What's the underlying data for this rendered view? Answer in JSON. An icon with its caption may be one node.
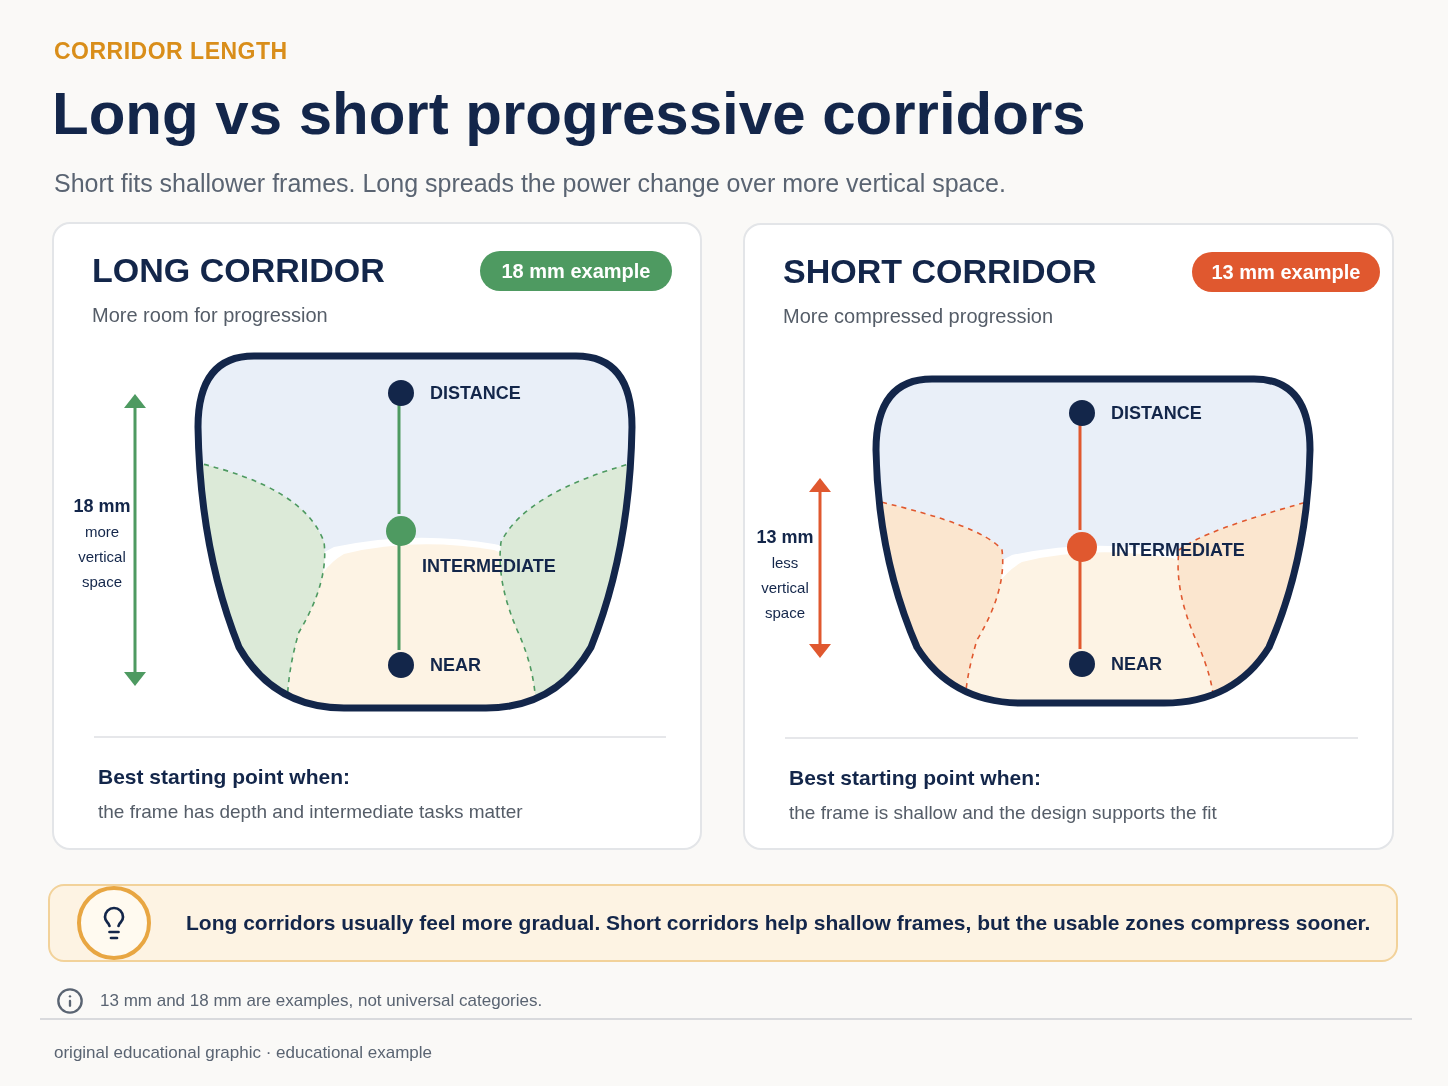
{
  "diagram": {
    "title": "Long vs short progressive corridors",
    "nodes": [
      {
        "text": [
          "LONG CORRIDOR",
          "More room for progression",
          "Best starting point when:",
          "the frame has depth and intermediate tasks matter"
        ]
      },
      {
        "text": [
          "18 mm example"
        ],
        "in": 0
      },
      {
        "text": [
          "DISTANCE"
        ],
        "in": 0
      },
      {
        "text": [
          "INTERMEDIATE"
        ],
        "in": 0
      },
      {
        "text": [
          "NEAR"
        ],
        "in": 0
      },
      {
        "text": [
          "SHORT CORRIDOR",
          "More compressed progression",
          "Best starting point when:",
          "the frame is shallow and the design supports the fit"
        ]
      },
      {
        "text": [
          "13 mm example"
        ],
        "in": 5
      },
      {
        "text": [
          "DISTANCE"
        ],
        "in": 5
      },
      {
        "text": [
          "INTERMEDIATE"
        ],
        "in": 5
      },
      {
        "text": [
          "NEAR"
        ],
        "in": 5
      },
      {
        "text": [
          "Long corridors usually feel more gradual. Short corridors help shallow frames, but the usable zones compress sooner."
        ]
      }
    ],
    "edges": [
      {
        "from": 2,
        "to": 3,
        "arrow": "none",
        "color": "#4e9a61"
      },
      {
        "from": 3,
        "to": 4,
        "arrow": "none",
        "color": "#4e9a61"
      },
      {
        "from": 7,
        "to": 8,
        "arrow": "none",
        "color": "#e0582f"
      },
      {
        "from": 8,
        "to": 9,
        "arrow": "none",
        "color": "#e0582f"
      }
    ],
    "labels": [
      "CORRIDOR LENGTH",
      "Short fits shallower frames. Long spreads the power change over more vertical space.",
      "**18 mm** more vertical space",
      "**13 mm** less vertical space",
      "13 mm and 18 mm are examples, not universal categories.",
      "original educational graphic · educational example"
    ]
  }
}
